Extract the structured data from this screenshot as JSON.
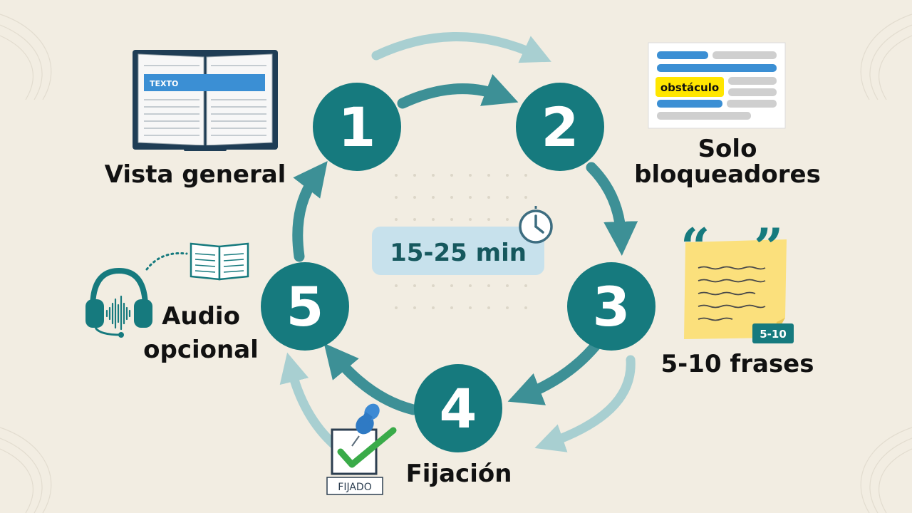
{
  "colors": {
    "background": "#f2ede2",
    "teal": "#167a7e",
    "arrow": "#3d9096",
    "arrow_light": "#a8cfd1",
    "badge_bg": "#c7e1ec",
    "note_yellow": "#fbe07c",
    "highlight_yellow": "#ffe600",
    "check_green": "#3aab49",
    "blue_bar": "#3b8fd4"
  },
  "center": {
    "duration": "15-25 min",
    "icon": "clock-icon"
  },
  "steps": [
    {
      "number": "1",
      "label_lines": [
        "Vista general"
      ],
      "icon": "open-book-icon",
      "book_tag": "TEXTO"
    },
    {
      "number": "2",
      "label_lines": [
        "Solo",
        "bloqueadores"
      ],
      "icon": "document-highlight-icon",
      "highlight_word": "obstáculo"
    },
    {
      "number": "3",
      "label_lines": [
        "5-10 frases"
      ],
      "icon": "sticky-note-icon",
      "note_badge": "5-10"
    },
    {
      "number": "4",
      "label_lines": [
        "Fijación"
      ],
      "icon": "pinned-checkbox-icon",
      "checkbox_caption": "FIJADO"
    },
    {
      "number": "5",
      "label_lines": [
        "Audio",
        "opcional"
      ],
      "icon": "headphones-icon"
    }
  ]
}
